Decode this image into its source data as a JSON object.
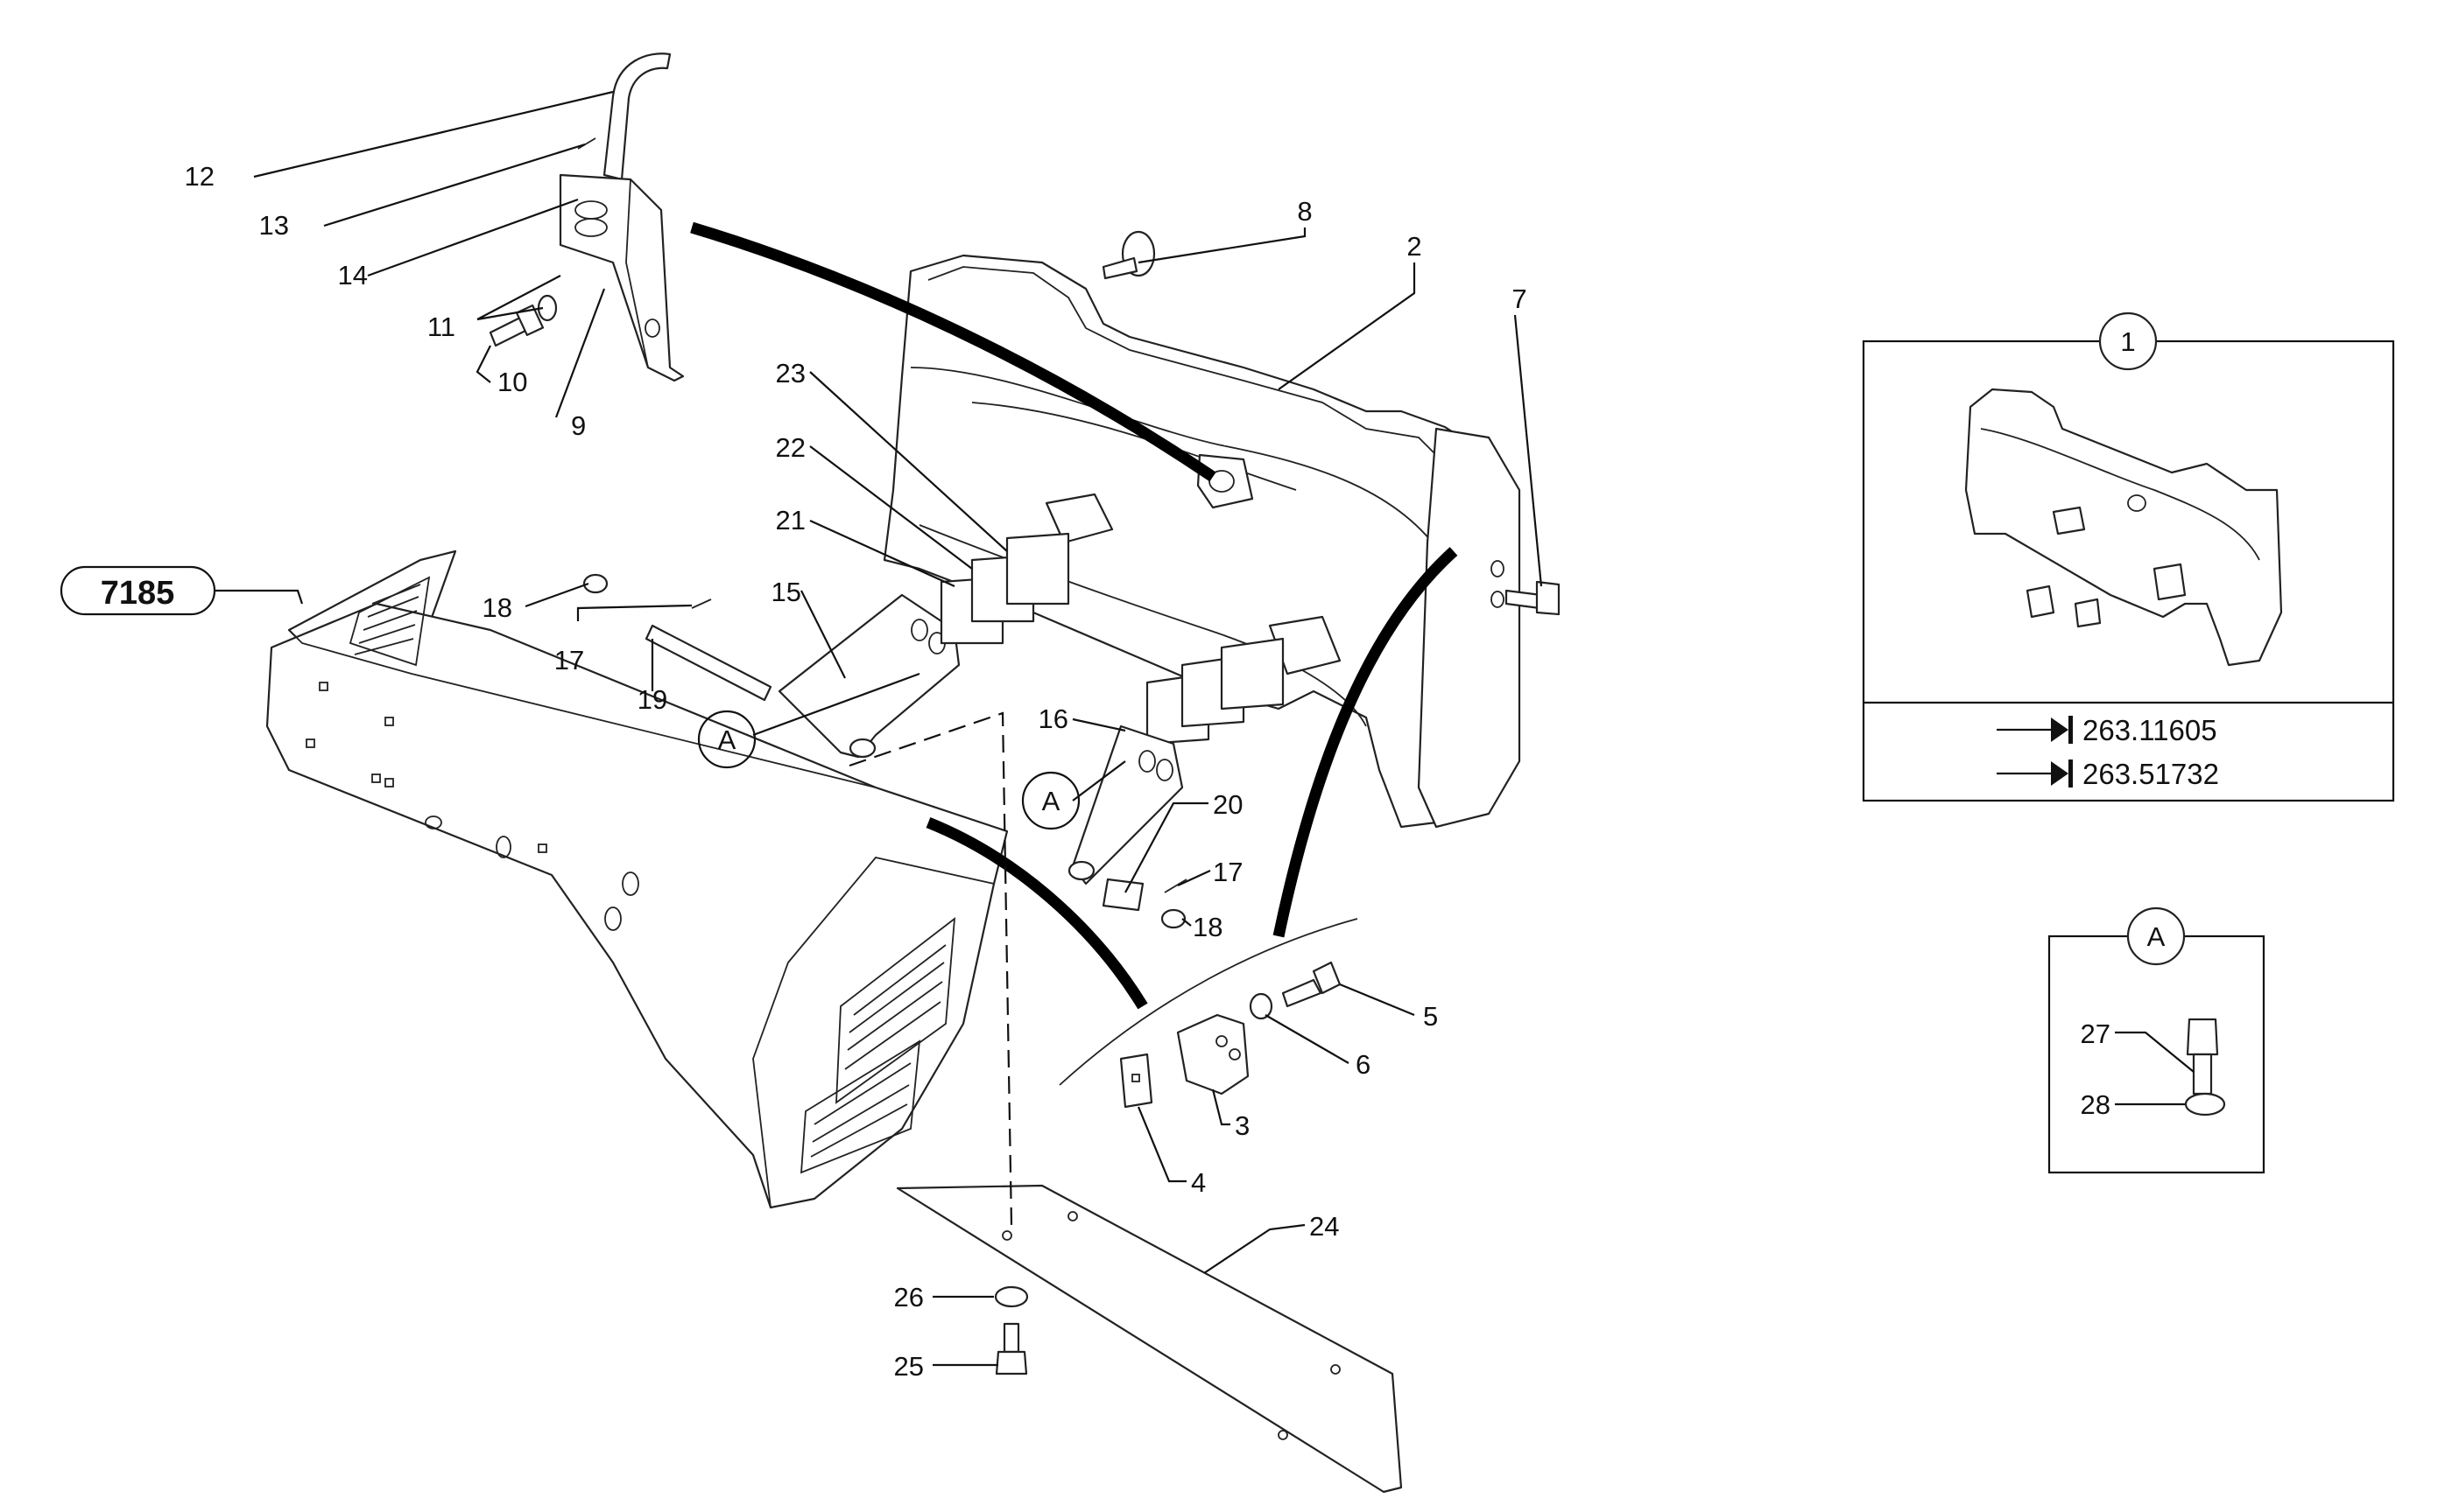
{
  "diagram": {
    "callouts": {
      "c1": "1",
      "c2": "2",
      "c3": "3",
      "c4": "4",
      "c5": "5",
      "c6": "6",
      "c7": "7",
      "c8": "8",
      "c9": "9",
      "c10": "10",
      "c11": "11",
      "c12": "12",
      "c13": "13",
      "c14": "14",
      "c15": "15",
      "c16": "16",
      "c17a": "17",
      "c17b": "17",
      "c18a": "18",
      "c18b": "18",
      "c19": "19",
      "c20": "20",
      "c21": "21",
      "c22": "22",
      "c23": "23",
      "c24": "24",
      "c25": "25",
      "c26": "26",
      "c27": "27",
      "c28": "28"
    },
    "detail_marker": "A",
    "reference": "7185",
    "kit_box": {
      "badge": "1",
      "codes": [
        "263.11605",
        "263.51732"
      ]
    },
    "detail_box": {
      "badge": "A"
    }
  }
}
